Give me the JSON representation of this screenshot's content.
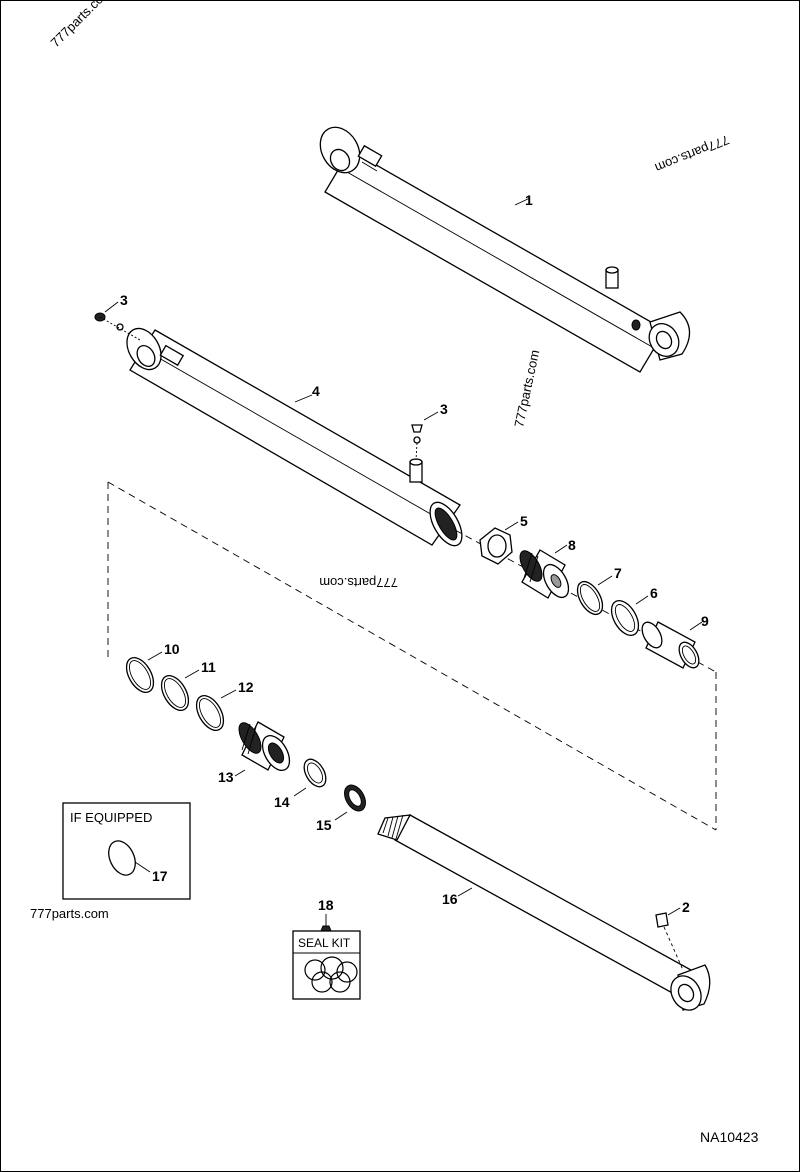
{
  "diagram": {
    "drawing_number": "NA10423",
    "watermark": "777parts.com",
    "if_equipped_label": "IF EQUIPPED",
    "seal_kit_label": "SEAL KIT",
    "callouts": {
      "c1": "1",
      "c2": "2",
      "c3a": "3",
      "c3b": "3",
      "c4": "4",
      "c5": "5",
      "c6": "6",
      "c7": "7",
      "c8": "8",
      "c9": "9",
      "c10": "10",
      "c11": "11",
      "c12": "12",
      "c13": "13",
      "c14": "14",
      "c15": "15",
      "c16": "16",
      "c17": "17",
      "c18": "18"
    }
  }
}
